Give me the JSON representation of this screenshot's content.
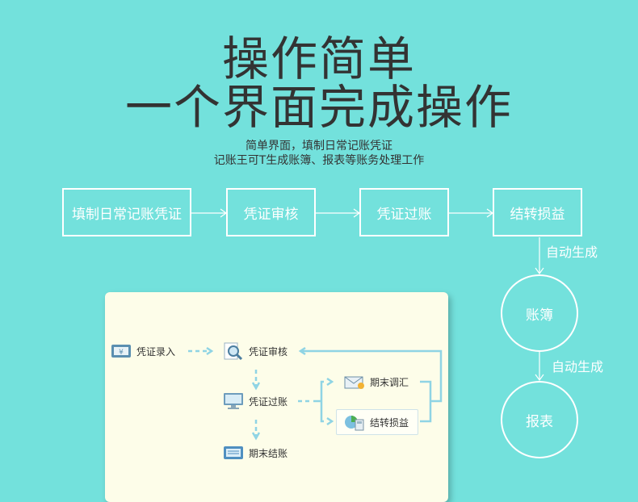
{
  "hero": {
    "line1": "操作简单",
    "line2": "一个界面完成操作",
    "sub1": "简单界面，填制日常记账凭证",
    "sub2": "记账王可T生成账簿、报表等账务处理工作"
  },
  "flow": {
    "steps": [
      "填制日常记账凭证",
      "凭证审核",
      "凭证过账",
      "结转损益"
    ],
    "auto1": "自动生成",
    "circle1": "账簿",
    "auto2": "自动生成",
    "circle2": "报表"
  },
  "panel": {
    "nodes": {
      "entry": "凭证录入",
      "audit": "凭证审核",
      "post": "凭证过账",
      "adjust": "期末调汇",
      "pl": "结转损益",
      "close": "期末结账"
    }
  },
  "colors": {
    "background": "#73e1dc",
    "panel": "#fdfde9",
    "connector": "#8fd4e4",
    "flow_line": "#ffffff"
  }
}
